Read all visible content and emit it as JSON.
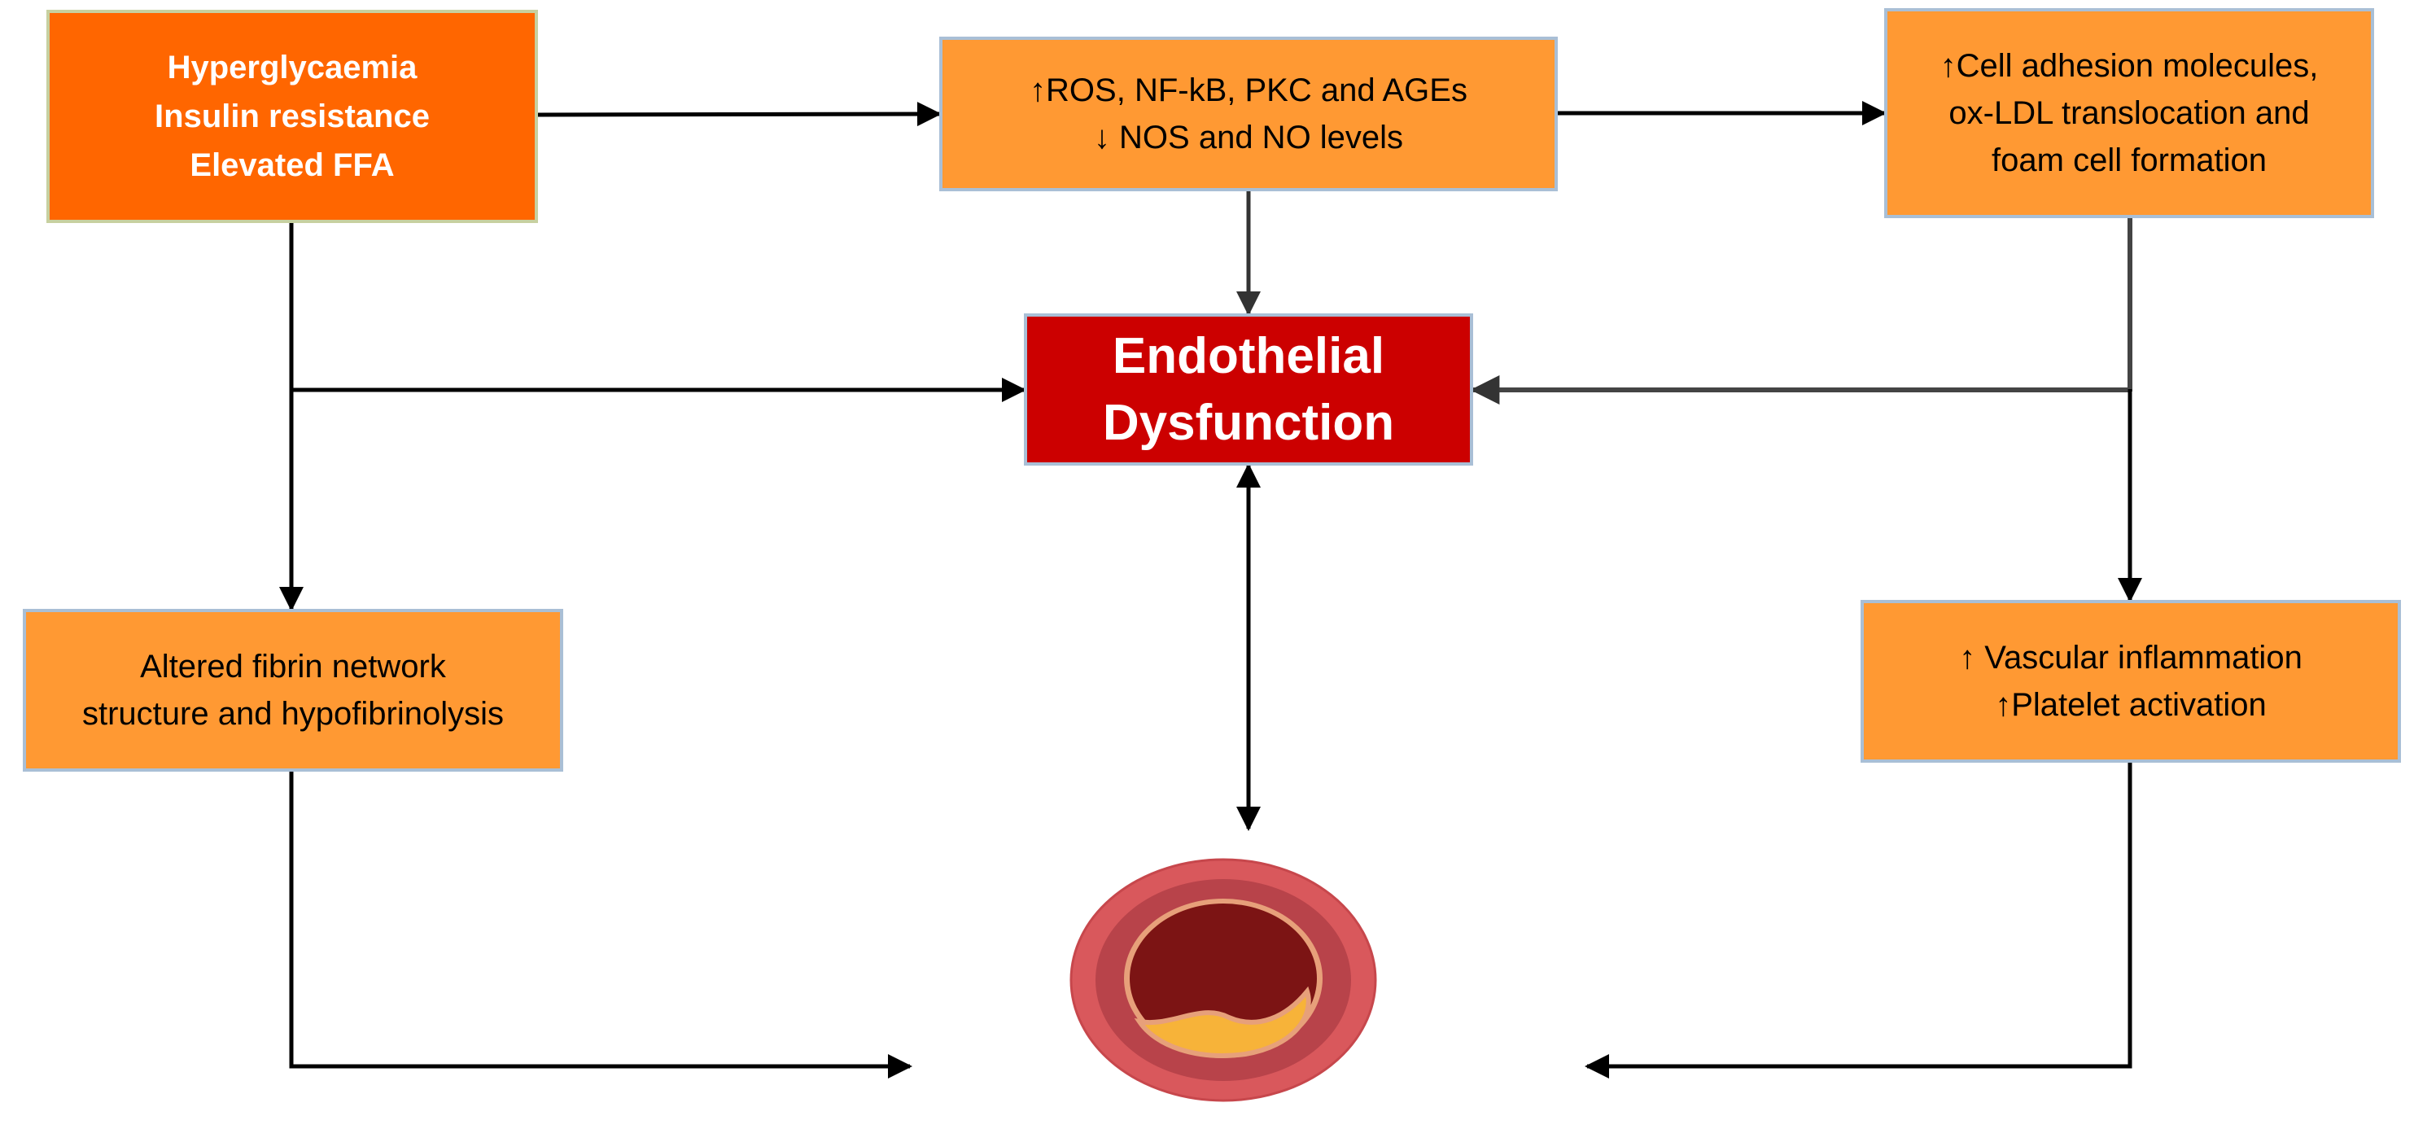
{
  "boxes": {
    "causes": {
      "lines": [
        "Hyperglycaemia",
        "Insulin resistance",
        "Elevated FFA"
      ]
    },
    "mechanisms": {
      "lines": [
        "↑ROS, NF-kB, PKC and AGEs",
        "↓ NOS and NO levels"
      ]
    },
    "cell_adhesion": {
      "lines": [
        "↑Cell adhesion molecules,",
        "ox-LDL translocation and",
        "foam cell formation"
      ]
    },
    "endothelial": {
      "lines": [
        "Endothelial",
        "Dysfunction"
      ]
    },
    "fibrin": {
      "lines": [
        "Altered fibrin network",
        "structure and hypofibrinolysis"
      ]
    },
    "vascular": {
      "lines": [
        "↑ Vascular inflammation",
        "↑Platelet activation"
      ]
    }
  },
  "colors": {
    "dark_orange": "#ff6600",
    "orange": "#ff9933",
    "red": "#cc0000",
    "box_border": "#a9bfd6",
    "arrow": "#000000",
    "vessel_outer": "#d9585c",
    "vessel_wall": "#b8434a",
    "vessel_lumen": "#7c1414",
    "plaque": "#f7b339"
  },
  "icons": {
    "vessel": "blood-vessel-plaque-icon"
  }
}
